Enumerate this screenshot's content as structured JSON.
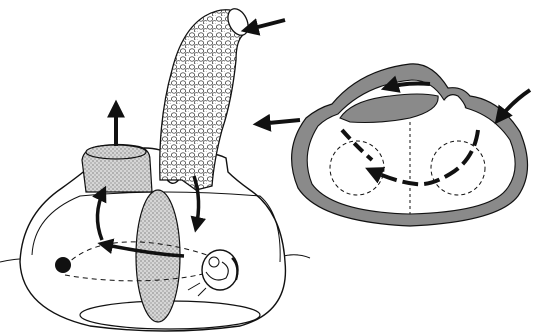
{
  "figure": {
    "panels": [
      {
        "name": "body-with-siphons"
      },
      {
        "name": "cross-section"
      }
    ],
    "colors": {
      "ink": "#111111",
      "wall": "#8a8a8a",
      "stipple": "#b0b0b0",
      "gill_fill": "#9a9a9a",
      "background": "#ffffff"
    },
    "icons": [
      "inflow-arrow",
      "outflow-arrow",
      "circulation-arrow"
    ]
  }
}
